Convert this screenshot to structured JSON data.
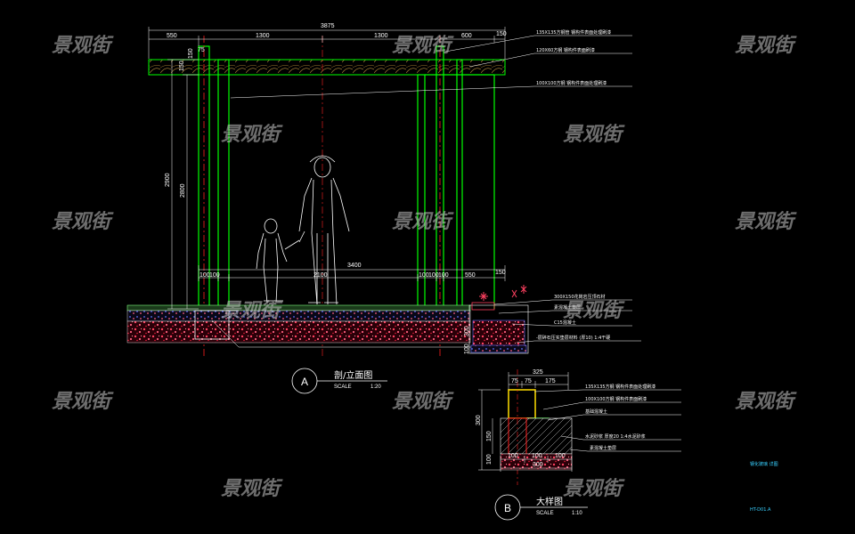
{
  "drawing": {
    "watermark": "景观街",
    "colors": {
      "background": "#000000",
      "post": "#00ff00",
      "dim": "#ffffff",
      "center": "#ff2020",
      "gravel": "#ff4060",
      "grass": "#80ff80",
      "accent": "#38d0ff"
    },
    "dims_top": {
      "overall": "3875",
      "segs": [
        "550",
        "1300",
        "1300",
        "600",
        "150"
      ],
      "small": "75"
    },
    "dims_left": {
      "outer": "2900",
      "inner": "2800",
      "top_a": "150",
      "top_b": "150"
    },
    "dims_bottom": {
      "a": "100",
      "b": "100",
      "c": "2100",
      "d": "100",
      "e": "100",
      "f": "100",
      "g": "550",
      "span": "3400",
      "end": "150"
    },
    "dims_side": {
      "a": "300",
      "b": "100"
    },
    "notes_top": [
      "135X135方钢管 钢构件表面处理刷漆",
      "120X60方钢 钢构件表面刷漆",
      "100X100方钢 钢构件表面处理刷漆"
    ],
    "notes_base": [
      "300X150花岗岩压顶石材",
      "素混凝土垫层",
      "C15混凝土",
      "-层碎石压实垫层材料 (厚10) 1:4干硬"
    ],
    "section_a": {
      "letter": "A",
      "title": "剖/立面图",
      "scale_label": "SCALE",
      "scale": "1:20"
    },
    "section_b": {
      "letter": "B",
      "title": "大样图",
      "scale_label": "SCALE",
      "scale": "1:10"
    },
    "detail_dims_top": {
      "overall": "325",
      "a": "75",
      "b": "75",
      "c": "175"
    },
    "detail_dims_left": {
      "a": "300",
      "b": "150",
      "c": "100"
    },
    "detail_dims_bottom": {
      "a": "100",
      "b": "100",
      "c": "100",
      "overall": "300"
    },
    "notes_detail": [
      "135X135方钢 钢构件表面处理刷漆",
      "100X100方钢 钢构件表面刷漆",
      "基础混凝土",
      "水泥砂浆 厚度20 1:4水泥砂浆",
      "素混凝土垫层"
    ],
    "legend_label": "钢化玻璃 详图",
    "code_label": "HT-D01.A"
  }
}
